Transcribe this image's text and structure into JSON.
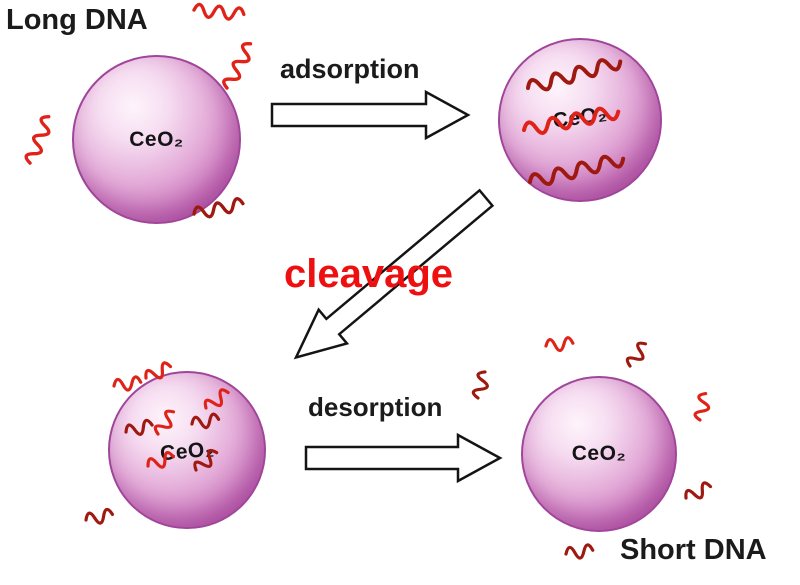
{
  "labels": {
    "long_dna": "Long DNA",
    "short_dna": "Short DNA",
    "adsorption": "adsorption",
    "cleavage": "cleavage",
    "desorption": "desorption"
  },
  "particle_label": "CeO₂",
  "colors": {
    "dna_bright": "#e02318",
    "dna_dark": "#9e1a10",
    "cleavage_text": "#ee1010",
    "label_text": "#1b1b1b",
    "sphere_main": "#c163b3",
    "sphere_edge": "#a0459a",
    "arrow_outline": "#141414",
    "arrow_fill": "#ffffff"
  }
}
